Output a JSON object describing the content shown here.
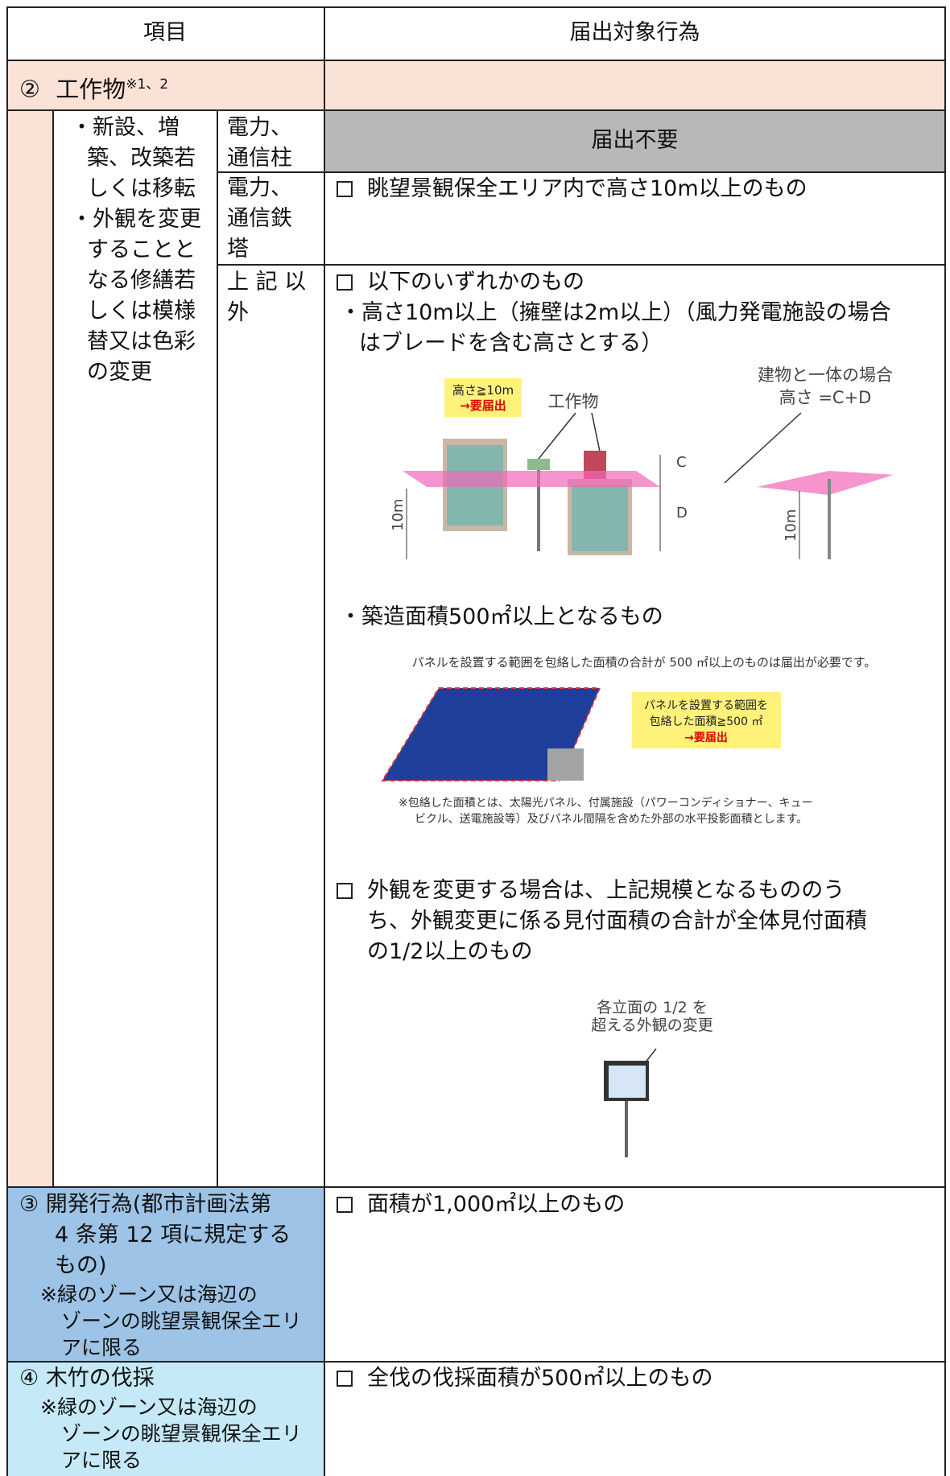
{
  "header": {
    "col_item": "項目",
    "col_action": "届出対象行為"
  },
  "structure": {
    "title_prefix": "②",
    "title": "工作物",
    "title_note": "※1、2",
    "acts": [
      "・新設、増",
      "築、改築若",
      "しくは移転",
      "・外観を変更",
      "することと",
      "なる修繕若",
      "しくは模様",
      "替又は色彩",
      "の変更"
    ],
    "rows": [
      {
        "type_lines": [
          "電力、",
          "通信柱"
        ],
        "action": "届出不要"
      },
      {
        "type_lines": [
          "電力、",
          "通信鉄",
          "塔"
        ],
        "action": "眺望景観保全エリア内で高さ10m以上のもの"
      },
      {
        "type_lines": [
          "上 記 以",
          "外"
        ],
        "action_head": "以下のいずれかのもの",
        "height_lines": [
          "・高さ10m以上（擁壁は2m以上）（風力発電施設の場合",
          "はブレードを含む高さとする）"
        ],
        "fig1": {
          "badge_l1": "高さ≧10m",
          "badge_l2": "→要届出",
          "structure_label": "工作物",
          "combined_l1": "建物と一体の場合",
          "combined_l2": "高さ =C+D",
          "dim_10m": "10m",
          "dim_c": "C",
          "dim_d": "D",
          "dim_10m_b": "10m"
        },
        "area_line": "・築造面積500㎡以上となるもの",
        "fig2": {
          "caption": "パネルを設置する範囲を包絡した面積の合計が 500 ㎡以上のものは届出が必要です。",
          "badge_l1": "パネルを設置する範囲を",
          "badge_l2": "包絡した面積≧500 ㎡",
          "badge_l3": "→要届出",
          "note_l1": "※包絡した面積とは、太陽光パネル、付属施設（パワーコンディショナー、キュー",
          "note_l2": "ビクル、送電施設等）及びパネル間隔を含めた外部の水平投影面積とします。"
        },
        "facade_lines": [
          "外観を変更する場合は、上記規模となるもののう",
          "ち、外観変更に係る見付面積の合計が全体見付面積",
          "の1/2以上のもの"
        ],
        "fig3": {
          "label_l1": "各立面の 1/2 を",
          "label_l2": "超える外観の変更"
        }
      }
    ]
  },
  "development": {
    "title_lines": [
      "③ 開発行為(都市計画法第",
      "4 条第 12 項に規定する",
      "もの)"
    ],
    "note_lines": [
      "※緑のゾーン又は海辺の",
      "ゾーンの眺望景観保全エリ",
      "アに限る"
    ],
    "action": "面積が1,000㎡以上のもの"
  },
  "logging": {
    "title": "④ 木竹の伐採",
    "note_lines": [
      "※緑のゾーン又は海辺の",
      "ゾーンの眺望景観保全エリ",
      "アに限る"
    ],
    "action": "全伐の伐採面積が500㎡以上のもの"
  },
  "colors": {
    "pink_bg": "#fbe2d6",
    "blue_bg": "#9dc3e6",
    "lightblue_bg": "#c5e9f6",
    "gray_bg": "#b8b8b8",
    "yellow": "#fff27a",
    "magenta": "#f266b8"
  }
}
